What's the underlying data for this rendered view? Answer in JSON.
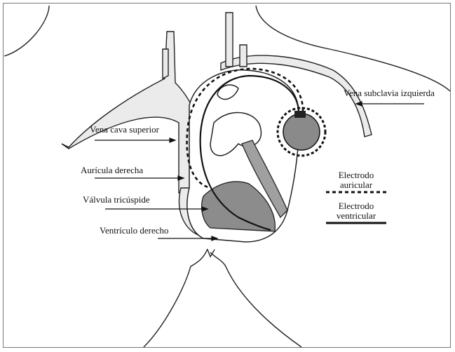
{
  "labels": {
    "vena_subclavia": "Vena subclavia izquierda",
    "vena_cava": "Vena cava superior",
    "auricula": "Aurícula derecha",
    "valvula": "Válvula tricúspide",
    "ventriculo": "Ventrículo derecho"
  },
  "legend": {
    "atrial_line1": "Electrodo",
    "atrial_line2": "auricular",
    "ventricular_line1": "Electrodo",
    "ventricular_line2": "ventricular"
  },
  "colors": {
    "outline": "#1a1a1a",
    "vein_fill": "#ebebeb",
    "ventricle_fill": "#8c8c8c",
    "pacemaker_fill": "#8a8a8a"
  }
}
